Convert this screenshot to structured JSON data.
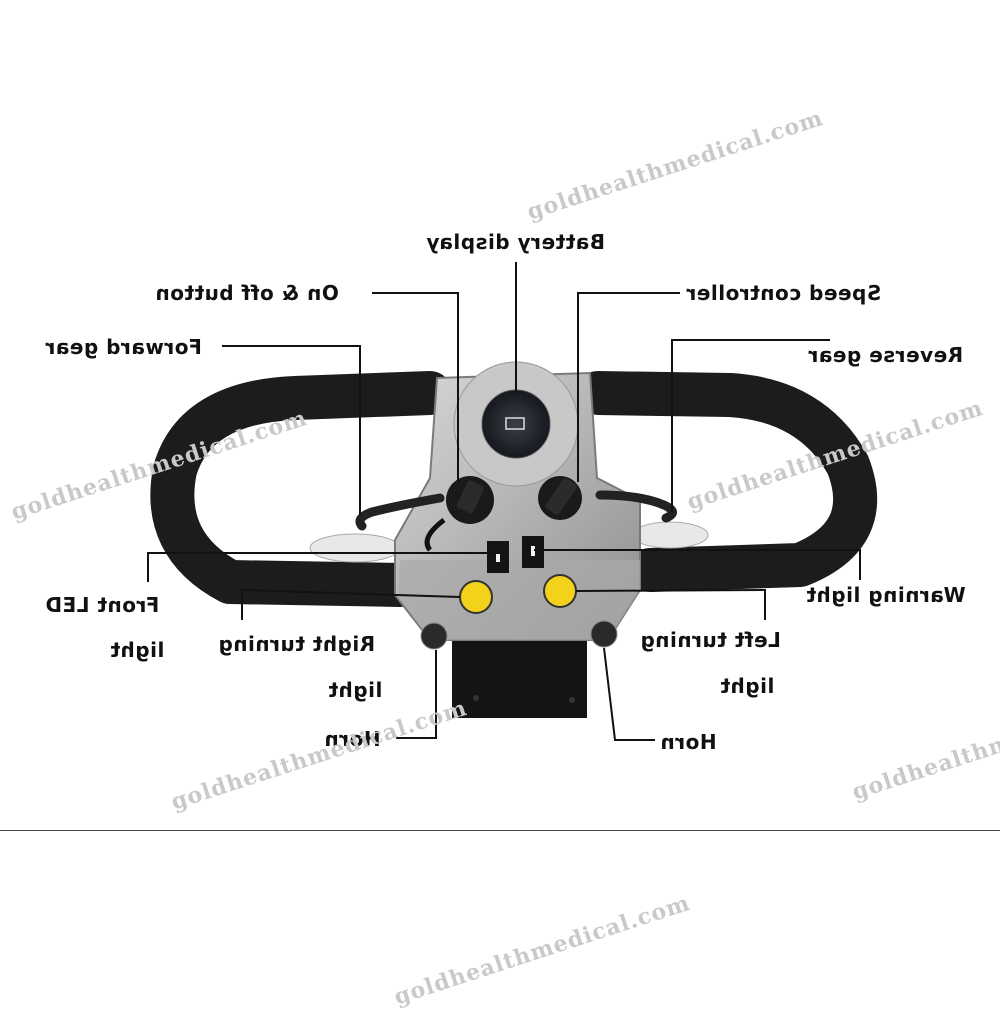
{
  "labels": {
    "battery_display": "Battery display",
    "on_off_button": "On & off button",
    "speed_controller": "Speed controller",
    "forward_gear": "Forward gear",
    "reverse_gear": "Reverse gear",
    "front_led_light_1": "Front LED",
    "front_led_light_2": "light",
    "warning_light": "Warning light",
    "right_turning_light_1": "Right turning",
    "right_turning_light_2": "light",
    "left_turning_light_1": "Left turning",
    "left_turning_light_2": "light",
    "horn_left": "Horn",
    "horn_right": "Horn"
  },
  "watermark": "goldhealthmedical.com",
  "colors": {
    "grip": "#1c1c1c",
    "panel": "#b9b9b9",
    "button": "#f2d21b",
    "leader": "#111111",
    "watermark": "#c9c9c9"
  }
}
